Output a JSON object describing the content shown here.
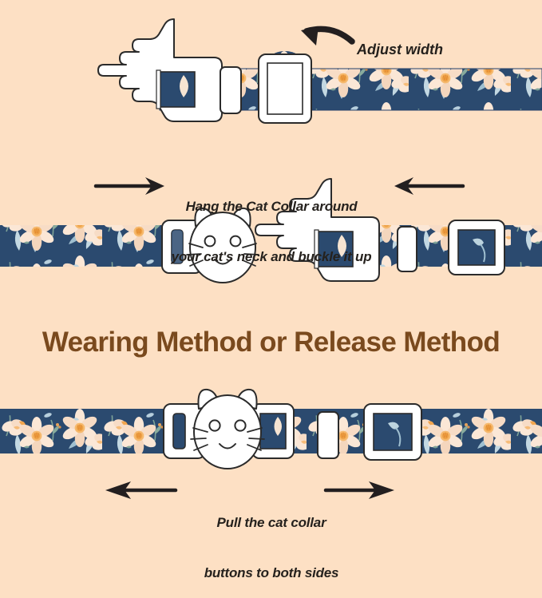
{
  "page": {
    "background_color": "#fde0c4",
    "product": "cat collar with floral pattern",
    "strap_color": "#2b4a6f",
    "hardware_color": "#ffffff",
    "heading_color": "#7a4a1e",
    "text_color": "#25211d"
  },
  "sections": {
    "top": {
      "name": "adjust-width-step",
      "label": "Adjust width",
      "arrow": "curved-arrow-left",
      "parts": [
        "male-buckle",
        "keeper-loop",
        "slider-adjuster",
        "floral-strap"
      ]
    },
    "middle": {
      "name": "buckle-up-step",
      "instruction_line1": "Hang the Cat Collar around",
      "instruction_line2": "your cat's neck and buckle it up",
      "arrow_left": "arrow-right",
      "arrow_right": "arrow-left",
      "parts": [
        "cat-face-buckle",
        "male-buckle",
        "keeper-loop",
        "square-slider",
        "floral-strap"
      ]
    },
    "heading": {
      "text": "Wearing Method or Release Method"
    },
    "bottom": {
      "name": "release-step",
      "instruction_line1": "Pull the cat collar",
      "instruction_line2": "buttons to both sides",
      "arrow_left": "arrow-left",
      "arrow_right": "arrow-right",
      "parts": [
        "cat-face-buckle",
        "female-buckle",
        "keeper-loop",
        "square-slider",
        "floral-strap"
      ]
    }
  },
  "pattern": {
    "name": "daffodil-floral",
    "flower_petal_color": "#fbe6d4",
    "flower_center_color": "#f0a24b",
    "leaf_color": "#bcd3de",
    "stem_color": "#6f9a8d"
  }
}
